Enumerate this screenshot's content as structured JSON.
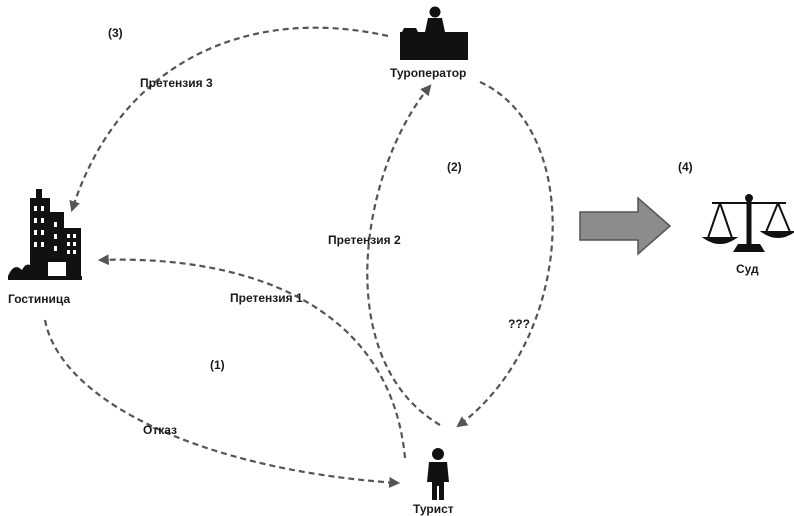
{
  "nodes": {
    "tour_operator": "Туроператор",
    "hotel": "Гостиница",
    "tourist": "Турист",
    "court": "Суд"
  },
  "steps": {
    "s1": "(1)",
    "s2": "(2)",
    "s3": "(3)",
    "s4": "(4)"
  },
  "edges": {
    "claim1": "Претензия 1",
    "claim2": "Претензия 2",
    "claim3": "Претензия 3",
    "refusal": "Отказ",
    "unknown": "???"
  },
  "colors": {
    "line": "#555555",
    "arrow_fill": "#8c8c8c",
    "icon": "#111111"
  }
}
